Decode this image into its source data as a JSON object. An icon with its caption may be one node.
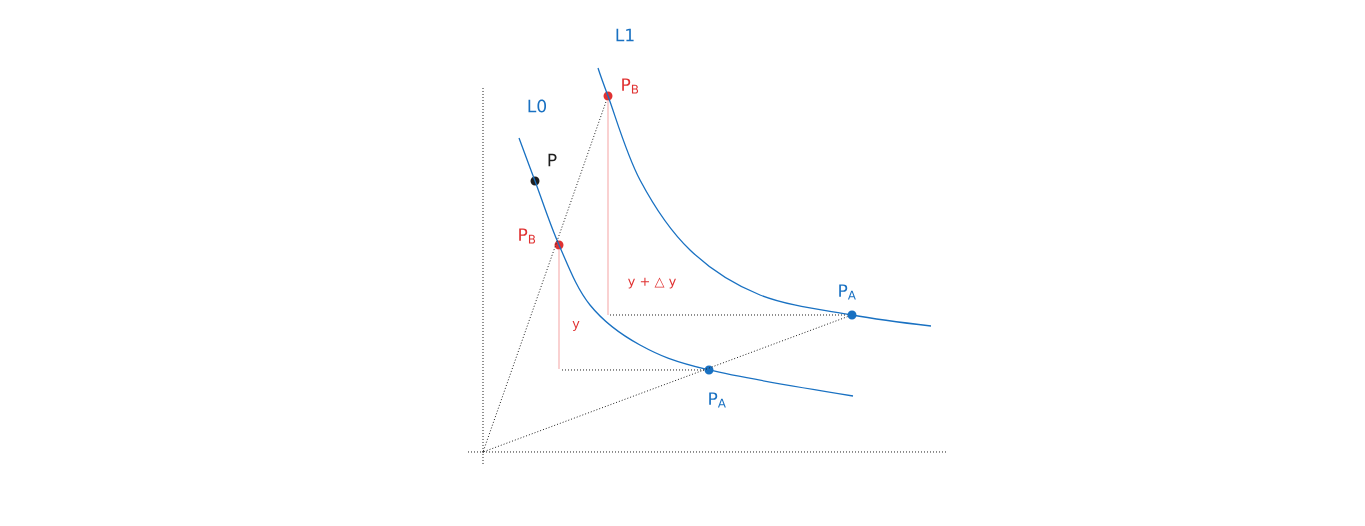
{
  "diagram": {
    "nodes": [
      {
        "text": [],
        "shape": "point"
      },
      {
        "text": [],
        "shape": "circle",
        "beside": [
          "P"
        ]
      },
      {
        "text": [],
        "shape": "circle",
        "beside": [
          "P$_{B}$"
        ]
      },
      {
        "text": [],
        "shape": "circle",
        "beside": [
          "P$_{B}$"
        ]
      },
      {
        "text": [],
        "shape": "circle",
        "beside": [
          "P$_{A}$"
        ]
      },
      {
        "text": [],
        "shape": "circle",
        "beside": [
          "P$_{A}$"
        ]
      }
    ],
    "edges": [
      {
        "from": 0,
        "to": 3,
        "arrow": "none",
        "style": "dashed"
      },
      {
        "from": 0,
        "to": 5,
        "arrow": "none",
        "style": "dashed"
      },
      {
        "from": null,
        "to": 4,
        "arrow": "none",
        "style": "dashed"
      },
      {
        "from": null,
        "to": 5,
        "arrow": "none",
        "style": "dashed"
      },
      {
        "from": 3,
        "to": null,
        "arrow": "none",
        "color": "#f4a3a3"
      },
      {
        "from": 2,
        "to": null,
        "arrow": "none",
        "color": "#f4a3a3"
      }
    ],
    "labels": [
      "L1",
      "L0",
      "y + △ y",
      "y"
    ]
  }
}
